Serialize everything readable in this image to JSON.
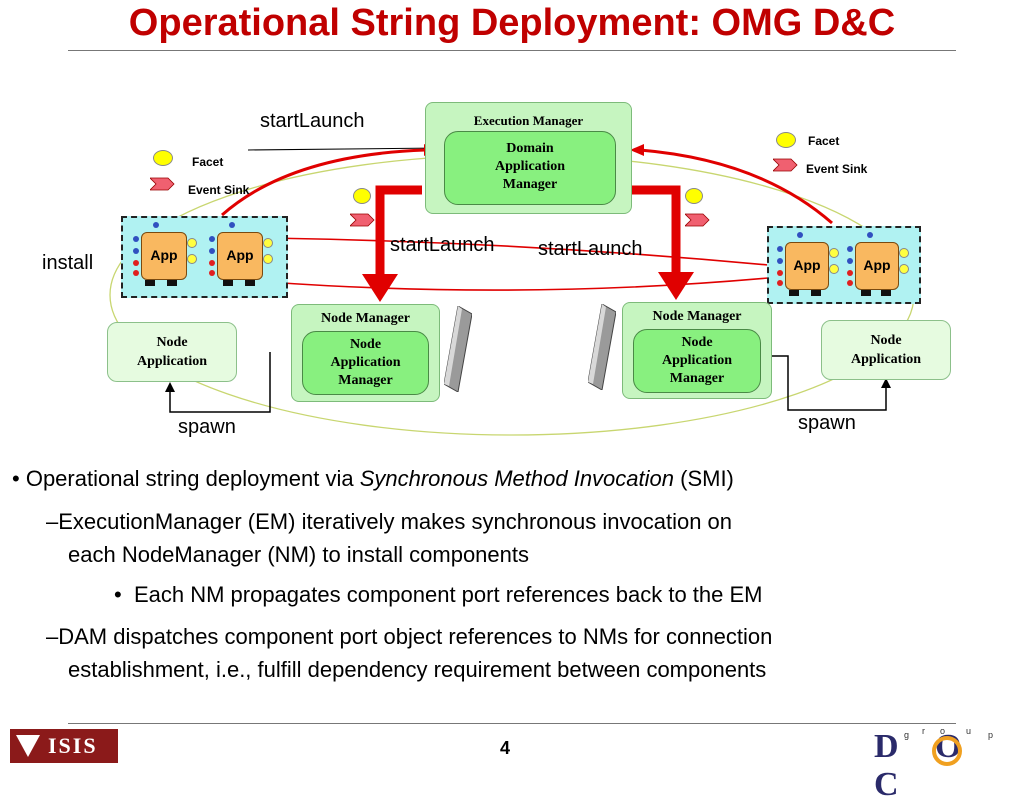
{
  "title": "Operational String Deployment: OMG D&C",
  "diagram": {
    "execution_manager": "Execution Manager",
    "domain_application_manager": [
      "Domain",
      "Application",
      "Manager"
    ],
    "node_manager_left": "Node Manager",
    "node_manager_right": "Node Manager",
    "node_application_manager_left": [
      "Node",
      "Application",
      "Manager"
    ],
    "node_application_manager_right": [
      "Node",
      "Application",
      "Manager"
    ],
    "node_application_left": [
      "Node",
      "Application"
    ],
    "node_application_right": [
      "Node",
      "Application"
    ],
    "start_launch_top": "startLaunch",
    "start_launch_mid_left": "startLaunch",
    "start_launch_mid_right": "startLaunch",
    "install": "install",
    "spawn_left": "spawn",
    "spawn_right": "spawn",
    "legend_left": {
      "facet": "Facet",
      "event_sink": "Event Sink"
    },
    "legend_right": {
      "facet": "Facet",
      "event_sink": "Event Sink"
    },
    "app_labels": [
      "App",
      "App",
      "App",
      "App"
    ]
  },
  "bullets": {
    "b1_prefix": "Operational string deployment via ",
    "b1_italic": "Synchronous Method Invocation",
    "b1_suffix": " (SMI)",
    "b2_line1": "ExecutionManager (EM) iteratively makes synchronous invocation on",
    "b2_line2": "each NodeManager (NM) to install components",
    "b3": "Each NM propagates component port references back to the EM",
    "b4_line1": "DAM dispatches component port object references to NMs for connection",
    "b4_line2": "establishment, i.e., fulfill dependency requirement between components"
  },
  "footer": {
    "page_number": "4",
    "logo_left": "ISIS",
    "logo_right": "D O C",
    "logo_right_small": [
      "g",
      "r",
      "o",
      "u",
      "p"
    ]
  },
  "colors": {
    "title": "#c00000",
    "arrow_red": "#e00000",
    "node_green": "#88f07f",
    "container_cyan": "#b0f2f2",
    "app_orange": "#f9b860"
  }
}
